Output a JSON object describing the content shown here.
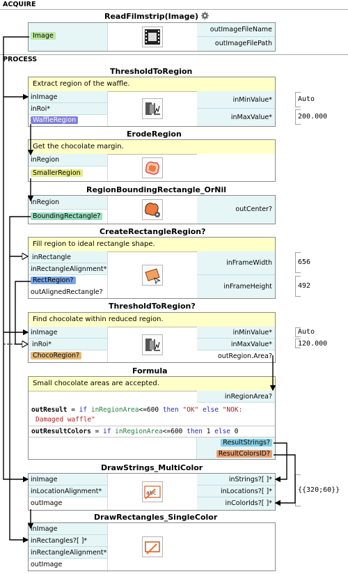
{
  "sections": {
    "acquire": "ACQUIRE",
    "process": "PROCESS"
  },
  "nodes": {
    "readFilmstrip": {
      "title": "ReadFilmstrip(Image)",
      "inputs": [],
      "outputs_left": [
        "Image"
      ],
      "outputs_right": [
        "outImageFileName",
        "outImageFilePath"
      ],
      "icon": "filmstrip-icon",
      "title_icon": "gear-icon"
    },
    "threshold1": {
      "title": "ThresholdToRegion",
      "comment": "Extract region of the waffle.",
      "inputs": [
        "inImage",
        "inRoi*"
      ],
      "output_tag": "WaffleRegion",
      "params": [
        "inMinValue*",
        "inMaxValue*"
      ],
      "values": [
        "Auto",
        "200.000"
      ],
      "icon": "threshold-icon"
    },
    "erode": {
      "title": "ErodeRegion",
      "comment": "Get the chocolate margin.",
      "inputs": [
        "inRegion"
      ],
      "output_tag": "SmallerRegion",
      "icon": "erode-region-icon"
    },
    "bbox": {
      "title": "RegionBoundingRectangle_OrNil",
      "inputs": [
        "inRegion"
      ],
      "output_tag": "BoundingRectangle?",
      "outputs_right": [
        "outCenter?"
      ],
      "icon": "bounding-rectangle-icon"
    },
    "createRect": {
      "title": "CreateRectangleRegion?",
      "comment": "Fill region to ideal rectangle shape.",
      "inputs": [
        "inRectangle",
        "inRectangleAlignment*"
      ],
      "output_tag": "RectRegion?",
      "extra_output": "outAlignedRectangle?",
      "params": [
        "inFrameWidth",
        "inFrameHeight"
      ],
      "values": [
        "656",
        "492"
      ],
      "icon": "rectangle-region-icon"
    },
    "threshold2": {
      "title": "ThresholdToRegion?",
      "comment": "Find chocolate within reduced region.",
      "inputs": [
        "inImage",
        "inRoi*"
      ],
      "output_tag": "ChocoRegion?",
      "params": [
        "inMinValue*",
        "inMaxValue*",
        "outRegion.Area?"
      ],
      "values": [
        "Auto",
        "120.000"
      ],
      "icon": "threshold-icon"
    },
    "formula": {
      "title": "Formula",
      "comment": "Small chocolate areas are accepted.",
      "input_right": "inRegionArea?",
      "line1": [
        "outResult",
        " = ",
        "if",
        " ",
        "inRegionArea",
        "<=600 ",
        "then",
        " ",
        "\"OK\"",
        " ",
        "else",
        " ",
        "\"NOK:"
      ],
      "line1b": "Damaged waffle\"",
      "line2": [
        "outResultColors",
        " = ",
        "if",
        " ",
        "inRegionArea",
        "<=600 ",
        "then",
        " 1 ",
        "else",
        " 0"
      ],
      "outputs": [
        "ResultStrings?",
        "ResultColorsID?"
      ]
    },
    "drawStrings": {
      "title": "DrawStrings_MultiColor",
      "inputs": [
        "inImage",
        "inLocationAlignment*",
        "outImage"
      ],
      "params": [
        "inStrings?[ ]*",
        "inLocations?[ ]*",
        "inColorIds?[ ]*"
      ],
      "values": [
        "{{320;60}}"
      ],
      "icon": "draw-strings-icon"
    },
    "drawRects": {
      "title": "DrawRectangles_SingleColor",
      "inputs": [
        "inImage",
        "inRectangles?[ ]*",
        "inRectangleAlignment*",
        "outImage"
      ],
      "icon": "draw-rectangles-icon"
    }
  },
  "colors": {
    "comment_bg": "#ffffc8",
    "port_bg": "#e6f6f7",
    "wire": "#000000"
  }
}
